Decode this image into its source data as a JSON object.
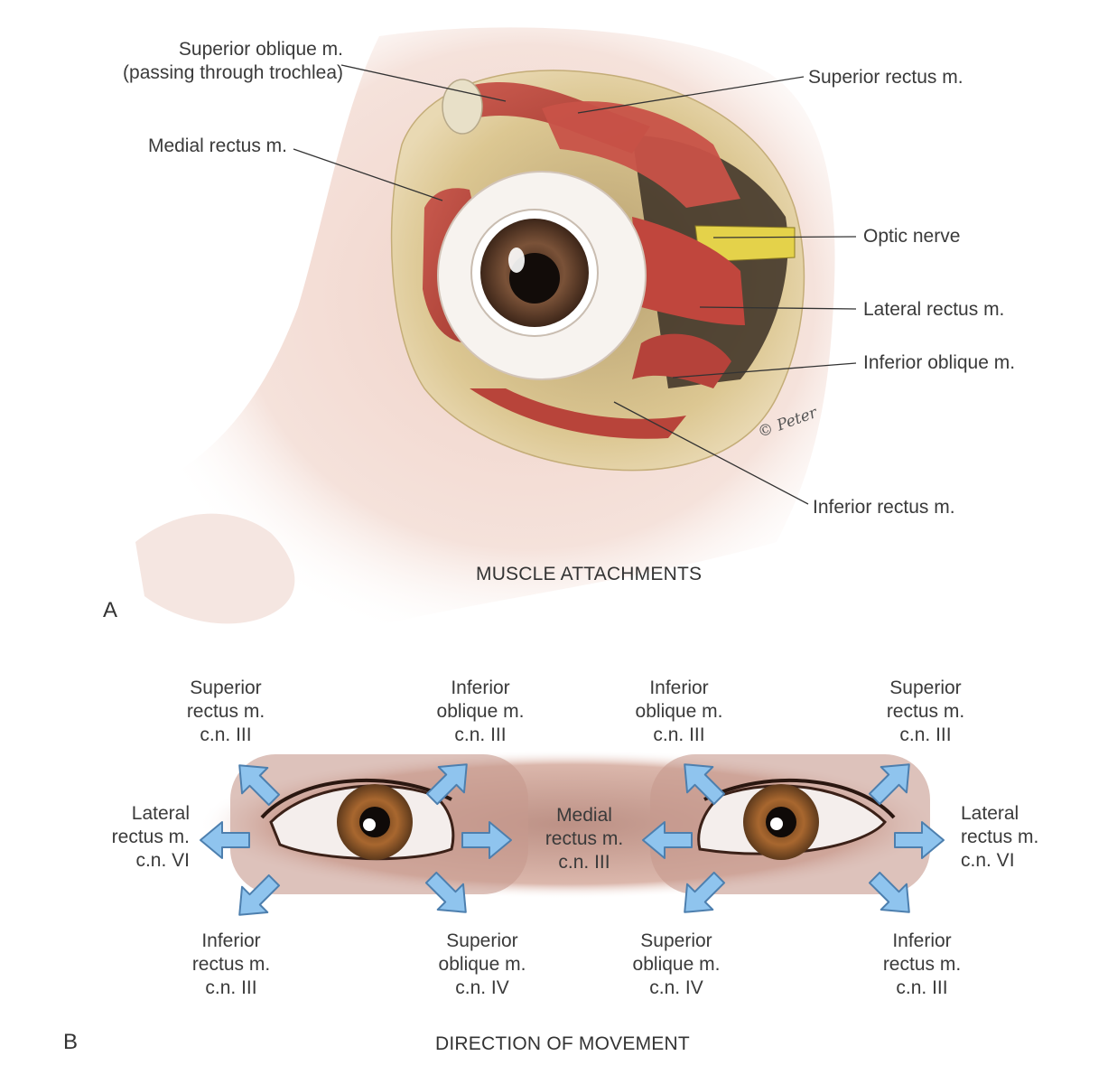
{
  "panel_a": {
    "letter": "A",
    "caption": "MUSCLE ATTACHMENTS",
    "labels": {
      "superior_oblique_1": "Superior oblique m.",
      "superior_oblique_2": "(passing through trochlea)",
      "medial_rectus": "Medial rectus m.",
      "superior_rectus": "Superior rectus m.",
      "optic_nerve": "Optic nerve",
      "lateral_rectus": "Lateral rectus m.",
      "inferior_oblique": "Inferior oblique m.",
      "inferior_rectus": "Inferior rectus m."
    },
    "signature": "© Peter"
  },
  "panel_b": {
    "letter": "B",
    "caption": "DIRECTION OF MOVEMENT",
    "labels": {
      "r_sup_rect": [
        "Superior",
        "rectus m.",
        "c.n. III"
      ],
      "r_inf_obl_up": [
        "Inferior",
        "oblique m.",
        "c.n. III"
      ],
      "l_inf_obl_up": [
        "Inferior",
        "oblique m.",
        "c.n. III"
      ],
      "l_sup_rect": [
        "Superior",
        "rectus m.",
        "c.n. III"
      ],
      "r_lat_rect": [
        "Lateral",
        "rectus m.",
        "c.n. VI"
      ],
      "medial_rect": [
        "Medial",
        "rectus m.",
        "c.n. III"
      ],
      "l_lat_rect": [
        "Lateral",
        "rectus m.",
        "c.n. VI"
      ],
      "r_inf_rect": [
        "Inferior",
        "rectus m.",
        "c.n. III"
      ],
      "r_sup_obl_down": [
        "Superior",
        "oblique m.",
        "c.n. IV"
      ],
      "l_sup_obl_down": [
        "Superior",
        "oblique m.",
        "c.n. IV"
      ],
      "l_inf_rect": [
        "Inferior",
        "rectus m.",
        "c.n. III"
      ]
    }
  },
  "colors": {
    "skin": "#f2dcd4",
    "muscle": "#b8463c",
    "sclera": "#f7f3ef",
    "iris": "#6b4630",
    "arrow_fill": "#8fc4ee",
    "arrow_stroke": "#4d7fae",
    "text": "#3a3a3a"
  }
}
